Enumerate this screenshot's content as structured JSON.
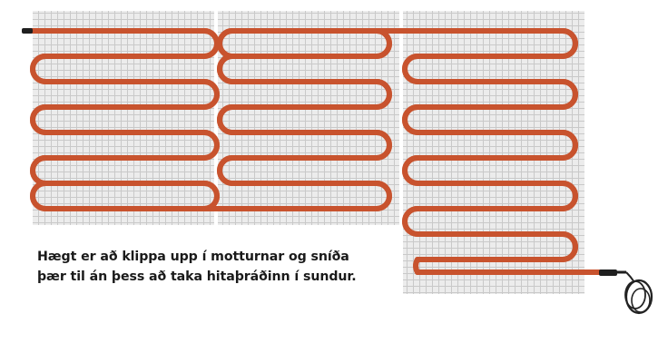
{
  "caption": {
    "line1": "Hægt er að klippa upp í motturnar og sníða",
    "line2": "þær til án þess að taka hitaþráðinn í sundur."
  },
  "colors": {
    "mesh_background": "#ececec",
    "mesh_lines": "#c9c9c9",
    "cable_outer": "#c8532e",
    "cable_inner": "#f2a07e",
    "connector": "#1f1f1f"
  },
  "diagram": {
    "mats": 3,
    "icons": [
      "heating-cable-icon",
      "cable-connector-icon",
      "coiled-power-lead-icon"
    ]
  }
}
